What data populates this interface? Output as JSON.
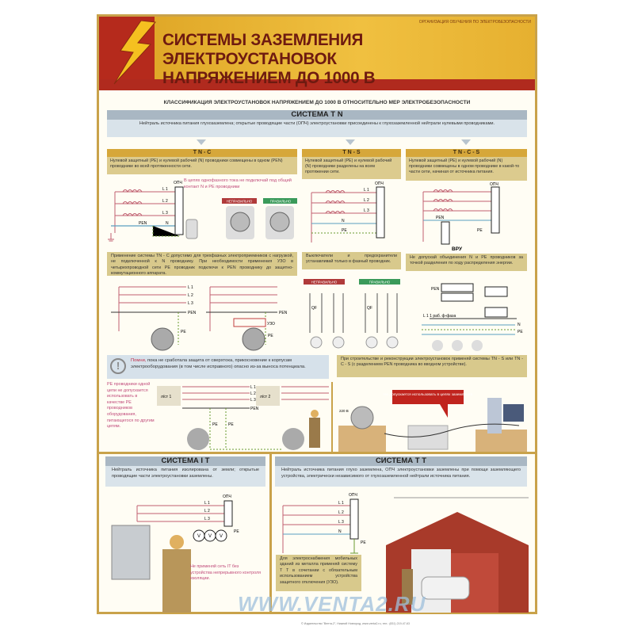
{
  "header": {
    "org": "ОРГАНИЗАЦИЯ ОБУЧЕНИЯ ПО ЭЛЕКТРОБЕЗОПАСНОСТИ",
    "title_line1": "СИСТЕМЫ ЗАЗЕМЛЕНИЯ ЭЛЕКТРОУСТАНОВОК",
    "title_line2": "НАПРЯЖЕНИЕМ ДО 1000 В"
  },
  "classification": "КЛАССИФИКАЦИЯ ЭЛЕКТРОУСТАНОВОК НАПРЯЖЕНИЕМ ДО 1000 В ОТНОСИТЕЛЬНО МЕР ЭЛЕКТРОБЕЗОПАСНОСТИ",
  "tn": {
    "title": "СИСТЕМА  T N",
    "desc": "Нейтраль источника питания глухозаземлена; открытые проводящие части (ОПЧ) электроустановки присоединены к глухозаземленной нейтрали нулевыми проводниками.",
    "tnc": {
      "title": "T N - C",
      "desc": "Нулевой защитный (PE) и нулевой рабочий (N) проводники совмещены в одном (PEN) проводнике во всей протяженности сети.",
      "pink_note": "В цепях однофазного тока не подключай под общий контакт N и PE проводники",
      "wrong": "НЕПРАВИЛЬНО",
      "right": "ПРАВИЛЬНО",
      "note": "Применение системы TN - C допустимо для трехфазных электроприемников с нагрузкой, не подключенной к N проводнику. При необходимости применения УЗО в четырехпроводной сети PE проводник подключи к PEN проводнику до защитно-коммутационного аппарата."
    },
    "tns": {
      "title": "T N - S",
      "desc": "Нулевой защитный (PE) и нулевой рабочий (N) проводники разделены на всем протяжении сети.",
      "note": "Выключатели и предохранители устанавливай только в фазный проводник.",
      "wrong": "НЕПРАВИЛЬНО",
      "right": "ПРАВИЛЬНО"
    },
    "tncs": {
      "title": "T N - C - S",
      "desc": "Нулевой защитный (PE) и нулевой рабочий (N) проводники совмещены в одном проводнике в какой-то части сети, начиная от источника питания.",
      "note": "Не допускай объединения N и PE проводников за точкой разделения по ходу распределения энергии."
    },
    "warning_lead": "Помни,",
    "warning": " пока не сработала защита от сверхтока, прикосновение к корпусам электрооборудования (в том числе исправного) опасно из-за выноса потенциала.",
    "construction_note": "При строительстве и реконструкции электроустановок применяй системы TN - S или TN - C - S (с разделением PEN проводника во вводном устройстве).",
    "pe_note": "PE проводники одной цепи не допускается использовать в качестве PE проводников оборудования, питающегося по другим цепям.",
    "red_tag": "Не допускается использовать в целях заземления"
  },
  "labels": {
    "opch": "ОПЧ",
    "l1": "L 1",
    "l2": "L 2",
    "l3": "L 3",
    "n": "N",
    "pen": "PEN",
    "pe": "PE",
    "vru": "ВРУ",
    "qf": "QF",
    "uzo": "УЗО",
    "line1": "л/ст 1",
    "line2": "л/ст 2",
    "v220": "220 В",
    "l1_phase": "L 1   1 раб. ф-фаза"
  },
  "it": {
    "title": "СИСТЕМА  I T",
    "desc": "Нейтраль источника питания изолирована от земли; открытые проводящие части электроустановки заземлены.",
    "note": "Не применяй сеть IT без устройства непрерывного контроля изоляции.",
    "meter": "V"
  },
  "tt": {
    "title": "СИСТЕМА  T T",
    "desc": "Нейтраль источника питания глухо заземлена, ОПЧ электроустановки заземлены при помощи заземляющего устройства, электрически независимого от глухозаземленной нейтрали источника питания.",
    "note": "Для электроснабжения мобильных зданий из металла применяй систему T T в сочетании с обязательным использованием устройства защитного отключения (УЗО)."
  },
  "watermark": "WWW.VENTA2.RU",
  "copyright": "© Издательство \"Вента-2\", Нижний Новгород, www.venta2.ru, тел.: (831) 219-47-63",
  "colors": {
    "accent": "#b02a1e",
    "gold": "#d6a73a",
    "olive": "#dccb8e",
    "blue": "#d9e3ea"
  }
}
